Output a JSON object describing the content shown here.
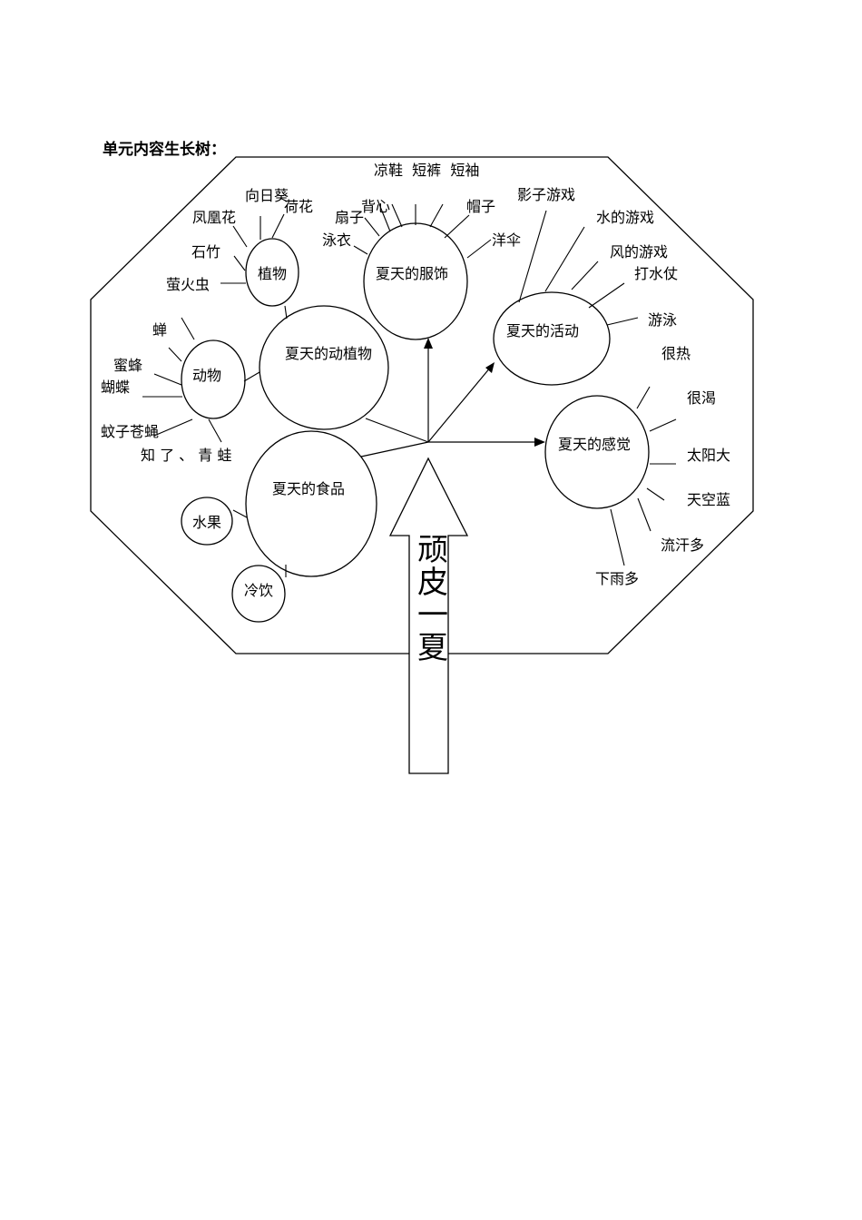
{
  "page_title": "单元内容生长树：",
  "trunk": {
    "chars": [
      "顽",
      "皮",
      "一",
      "夏"
    ]
  },
  "circles": {
    "animals_plants": "夏天的动植物",
    "clothing": "夏天的服饰",
    "activities": "夏天的活动",
    "feelings": "夏天的感觉",
    "food": "夏天的食品",
    "plants": "植物",
    "animals": "动物",
    "fruit": "水果",
    "cold_drink": "冷饮"
  },
  "labels": {
    "sunflower": "向日葵",
    "lotus": "荷花",
    "phoenix_flower": "凤凰花",
    "bamboo": "石竹",
    "firefly": "萤火虫",
    "cicada": "蝉",
    "bee": "蜜蜂",
    "butterfly": "蝴蝶",
    "mosquito_fly": "蚊子苍蝇",
    "cicada_frog": "知 了 、 青 蛙",
    "sandals_shorts": "凉鞋  短裤  短袖",
    "vest": "背心",
    "fan": "扇子",
    "swimsuit": "泳衣",
    "hat": "帽子",
    "umbrella": "洋伞",
    "shadow_game": "影子游戏",
    "water_game": "水的游戏",
    "wind_game": "风的游戏",
    "water_fight": "打水仗",
    "swimming": "游泳",
    "very_hot": "很热",
    "very_thirsty": "很渴",
    "big_sun": "太阳大",
    "blue_sky": "天空蓝",
    "sweat": "流汗多",
    "much_rain": "下雨多"
  }
}
